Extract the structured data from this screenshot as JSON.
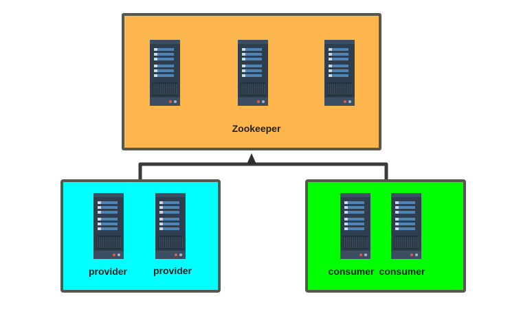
{
  "diagram": {
    "zookeeper": {
      "label": "Zookeeper",
      "color": "#fdb64e",
      "servers": 3
    },
    "provider_group": {
      "color": "#00ffff",
      "labels": [
        "provider",
        "provider"
      ]
    },
    "consumer_group": {
      "color": "#00ff00",
      "labels": [
        "consumer",
        "consumer"
      ]
    },
    "server_icon": "server-rack-icon",
    "border_color": "#55584a"
  }
}
